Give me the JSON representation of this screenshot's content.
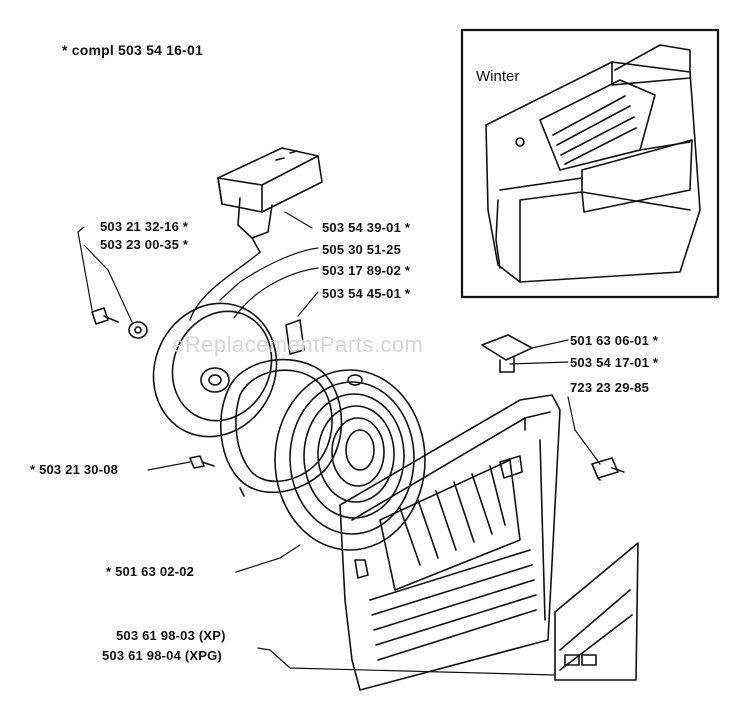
{
  "header": {
    "kit_label": "* compl 503 54 16-01"
  },
  "inset": {
    "title": "Winter"
  },
  "watermark": "eReplacementParts.com",
  "parts": {
    "p1": "503 21 32-16 *",
    "p2": "503 23 00-35 *",
    "p3": "503 54 39-01 *",
    "p4": "505 30 51-25",
    "p5": "503 17 89-02 *",
    "p6": "503 54 45-01 *",
    "p7": "501 63 06-01 *",
    "p8": "503 54 17-01 *",
    "p9": "723 23 29-85",
    "p10": "* 503 21 30-08",
    "p11": "* 501 63 02-02",
    "p12": "503 61 98-03 (XP)",
    "p13": "503 61 98-04 (XPG)"
  }
}
